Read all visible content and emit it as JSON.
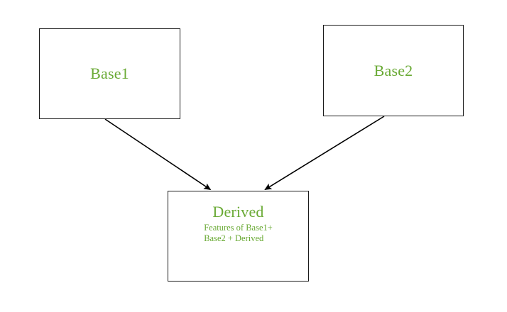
{
  "diagram": {
    "background_color": "#ffffff",
    "node_border_color": "#1a1a1a",
    "node_fill_color": "#ffffff",
    "text_color": "#6aaa35",
    "edge_color": "#000000",
    "nodes": [
      {
        "id": "base1",
        "title": "Base1",
        "subtitle": ""
      },
      {
        "id": "base2",
        "title": "Base2",
        "subtitle": ""
      },
      {
        "id": "derived",
        "title": "Derived",
        "subtitle": "Features of Base1+\nBase2 + Derived"
      }
    ],
    "edges": [
      {
        "id": "base1-to-derived",
        "from": "base1",
        "to": "derived",
        "arrowhead": "filled-triangle"
      },
      {
        "id": "base2-to-derived",
        "from": "base2",
        "to": "derived",
        "arrowhead": "filled-triangle"
      }
    ]
  }
}
